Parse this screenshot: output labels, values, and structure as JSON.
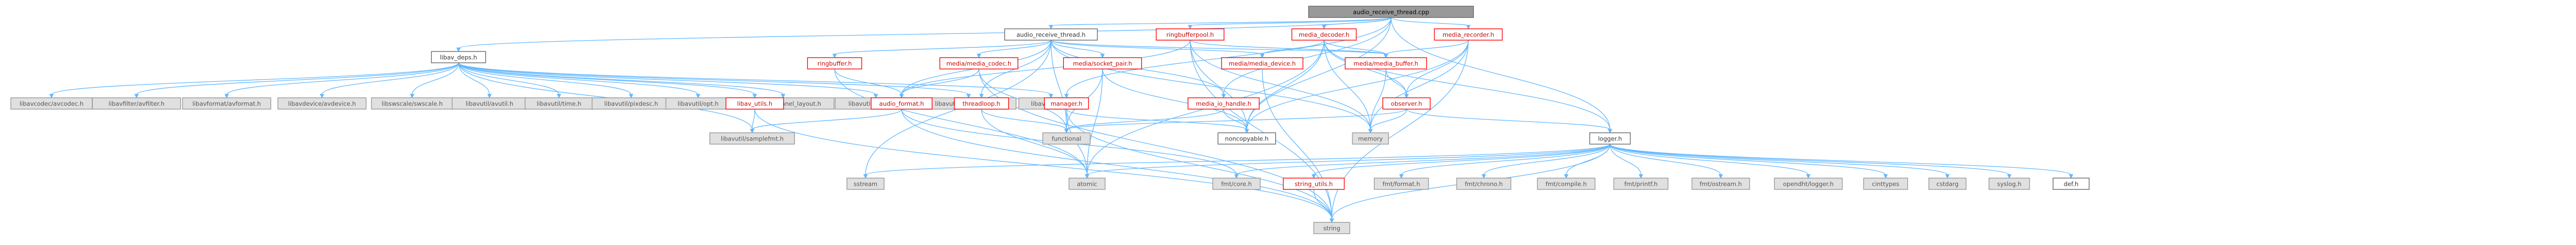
{
  "colors": {
    "root_fill": "#999999",
    "root_stroke": "#666666",
    "root_text": "#000000",
    "local_fill": "#ffffff",
    "local_stroke": "#ff0000",
    "local_text": "#cc0000",
    "plain_fill": "#ffffff",
    "plain_stroke": "#666666",
    "plain_text": "#333333",
    "system_fill": "#e0e0e0",
    "system_stroke": "#999999",
    "system_text": "#555555",
    "edge": "#63b8ff"
  },
  "nodes": [
    {
      "id": "root",
      "label": "audio_receive_thread.cpp",
      "kind": "root"
    },
    {
      "id": "libav_deps",
      "label": "libav_deps.h",
      "kind": "plain"
    },
    {
      "id": "audio_receive_thread_h",
      "label": "audio_receive_thread.h",
      "kind": "plain"
    },
    {
      "id": "ringbufferpool",
      "label": "ringbufferpool.h",
      "kind": "local"
    },
    {
      "id": "media_decoder",
      "label": "media_decoder.h",
      "kind": "local"
    },
    {
      "id": "media_recorder",
      "label": "media_recorder.h",
      "kind": "local"
    },
    {
      "id": "libavcodec",
      "label": "libavcodec/avcodec.h",
      "kind": "system"
    },
    {
      "id": "libavfilter",
      "label": "libavfilter/avfilter.h",
      "kind": "system"
    },
    {
      "id": "libavformat",
      "label": "libavformat/avformat.h",
      "kind": "system"
    },
    {
      "id": "libavdevice",
      "label": "libavdevice/avdevice.h",
      "kind": "system"
    },
    {
      "id": "libswscale",
      "label": "libswscale/swscale.h",
      "kind": "system"
    },
    {
      "id": "avutil",
      "label": "libavutil/avutil.h",
      "kind": "system"
    },
    {
      "id": "time",
      "label": "libavutil/time.h",
      "kind": "system"
    },
    {
      "id": "pixdesc",
      "label": "libavutil/pixdesc.h",
      "kind": "system"
    },
    {
      "id": "opt",
      "label": "libavutil/opt.h",
      "kind": "system"
    },
    {
      "id": "chlayout",
      "label": "libavutil/channel_layout.h",
      "kind": "system"
    },
    {
      "id": "imgutils",
      "label": "libavutil/imgutils.h",
      "kind": "system"
    },
    {
      "id": "intreadwrite",
      "label": "libavutil/intreadwrite.h",
      "kind": "system"
    },
    {
      "id": "log",
      "label": "libavutil/log.h",
      "kind": "system"
    },
    {
      "id": "libav_utils",
      "label": "libav_utils.h",
      "kind": "local"
    },
    {
      "id": "samplefmt",
      "label": "libavutil/samplefmt.h",
      "kind": "system"
    },
    {
      "id": "ringbuffer",
      "label": "ringbuffer.h",
      "kind": "local"
    },
    {
      "id": "media_codec",
      "label": "media/media_codec.h",
      "kind": "local"
    },
    {
      "id": "audio_format",
      "label": "audio_format.h",
      "kind": "local"
    },
    {
      "id": "threadloop",
      "label": "threadloop.h",
      "kind": "local"
    },
    {
      "id": "socket_pair",
      "label": "media/socket_pair.h",
      "kind": "local"
    },
    {
      "id": "manager",
      "label": "manager.h",
      "kind": "local"
    },
    {
      "id": "media_device",
      "label": "media/media_device.h",
      "kind": "local"
    },
    {
      "id": "io_handle",
      "label": "media_io_handle.h",
      "kind": "local"
    },
    {
      "id": "media_buffer",
      "label": "media/media_buffer.h",
      "kind": "local"
    },
    {
      "id": "observer",
      "label": "observer.h",
      "kind": "local"
    },
    {
      "id": "functional",
      "label": "functional",
      "kind": "system"
    },
    {
      "id": "noncopyable",
      "label": "noncopyable.h",
      "kind": "plain"
    },
    {
      "id": "memory",
      "label": "memory",
      "kind": "system"
    },
    {
      "id": "logger",
      "label": "logger.h",
      "kind": "plain"
    },
    {
      "id": "sstream",
      "label": "sstream",
      "kind": "system"
    },
    {
      "id": "atomic",
      "label": "atomic",
      "kind": "system"
    },
    {
      "id": "fmt_core",
      "label": "fmt/core.h",
      "kind": "system"
    },
    {
      "id": "string_utils",
      "label": "string_utils.h",
      "kind": "local"
    },
    {
      "id": "fmt_format",
      "label": "fmt/format.h",
      "kind": "system"
    },
    {
      "id": "fmt_chrono",
      "label": "fmt/chrono.h",
      "kind": "system"
    },
    {
      "id": "fmt_compile",
      "label": "fmt/compile.h",
      "kind": "system"
    },
    {
      "id": "fmt_printf",
      "label": "fmt/printf.h",
      "kind": "system"
    },
    {
      "id": "fmt_ostream",
      "label": "fmt/ostream.h",
      "kind": "system"
    },
    {
      "id": "opendht_logger",
      "label": "opendht/logger.h",
      "kind": "system"
    },
    {
      "id": "cinttypes",
      "label": "cinttypes",
      "kind": "system"
    },
    {
      "id": "cstdarg",
      "label": "cstdarg",
      "kind": "system"
    },
    {
      "id": "syslog",
      "label": "syslog.h",
      "kind": "system"
    },
    {
      "id": "def",
      "label": "def.h",
      "kind": "plain"
    },
    {
      "id": "string",
      "label": "string",
      "kind": "system"
    }
  ],
  "edges": [
    [
      "root",
      "libav_deps"
    ],
    [
      "root",
      "audio_receive_thread_h"
    ],
    [
      "root",
      "ringbufferpool"
    ],
    [
      "root",
      "media_decoder"
    ],
    [
      "root",
      "media_recorder"
    ],
    [
      "root",
      "manager"
    ],
    [
      "root",
      "logger"
    ],
    [
      "root",
      "io_handle"
    ],
    [
      "root",
      "noncopyable"
    ],
    [
      "libav_deps",
      "libavcodec"
    ],
    [
      "libav_deps",
      "libavfilter"
    ],
    [
      "libav_deps",
      "libavformat"
    ],
    [
      "libav_deps",
      "libavdevice"
    ],
    [
      "libav_deps",
      "libswscale"
    ],
    [
      "libav_deps",
      "avutil"
    ],
    [
      "libav_deps",
      "time"
    ],
    [
      "libav_deps",
      "pixdesc"
    ],
    [
      "libav_deps",
      "opt"
    ],
    [
      "libav_deps",
      "chlayout"
    ],
    [
      "libav_deps",
      "imgutils"
    ],
    [
      "libav_deps",
      "intreadwrite"
    ],
    [
      "libav_deps",
      "log"
    ],
    [
      "libav_deps",
      "libav_utils"
    ],
    [
      "libav_deps",
      "samplefmt"
    ],
    [
      "libav_utils",
      "samplefmt"
    ],
    [
      "libav_utils",
      "string"
    ],
    [
      "audio_receive_thread_h",
      "ringbuffer"
    ],
    [
      "audio_receive_thread_h",
      "media_codec"
    ],
    [
      "audio_receive_thread_h",
      "audio_format"
    ],
    [
      "audio_receive_thread_h",
      "threadloop"
    ],
    [
      "audio_receive_thread_h",
      "socket_pair"
    ],
    [
      "audio_receive_thread_h",
      "media_device"
    ],
    [
      "audio_receive_thread_h",
      "io_handle"
    ],
    [
      "audio_receive_thread_h",
      "media_buffer"
    ],
    [
      "audio_receive_thread_h",
      "functional"
    ],
    [
      "audio_receive_thread_h",
      "sstream"
    ],
    [
      "audio_receive_thread_h",
      "memory"
    ],
    [
      "ringbufferpool",
      "audio_format"
    ],
    [
      "ringbufferpool",
      "media_buffer"
    ],
    [
      "ringbufferpool",
      "noncopyable"
    ],
    [
      "ringbufferpool",
      "string"
    ],
    [
      "ringbufferpool",
      "memory"
    ],
    [
      "ringbuffer",
      "audio_format"
    ],
    [
      "ringbuffer",
      "atomic"
    ],
    [
      "media_codec",
      "audio_format"
    ],
    [
      "media_codec",
      "string"
    ],
    [
      "media_codec",
      "functional"
    ],
    [
      "audio_format",
      "samplefmt"
    ],
    [
      "audio_format",
      "fmt_core"
    ],
    [
      "audio_format",
      "string"
    ],
    [
      "threadloop",
      "atomic"
    ],
    [
      "threadloop",
      "functional"
    ],
    [
      "socket_pair",
      "functional"
    ],
    [
      "socket_pair",
      "noncopyable"
    ],
    [
      "socket_pair",
      "atomic"
    ],
    [
      "manager",
      "atomic"
    ],
    [
      "manager",
      "noncopyable"
    ],
    [
      "manager",
      "string"
    ],
    [
      "io_handle",
      "noncopyable"
    ],
    [
      "io_handle",
      "functional"
    ],
    [
      "media_device",
      "string"
    ],
    [
      "media_decoder",
      "media_buffer"
    ],
    [
      "media_decoder",
      "observer"
    ],
    [
      "media_decoder",
      "noncopyable"
    ],
    [
      "media_decoder",
      "memory"
    ],
    [
      "media_decoder",
      "logger"
    ],
    [
      "media_decoder",
      "atomic"
    ],
    [
      "media_decoder",
      "media_device"
    ],
    [
      "media_recorder",
      "media_buffer"
    ],
    [
      "media_recorder",
      "observer"
    ],
    [
      "media_recorder",
      "noncopyable"
    ],
    [
      "media_recorder",
      "memory"
    ],
    [
      "media_recorder",
      "string"
    ],
    [
      "media_buffer",
      "observer"
    ],
    [
      "media_buffer",
      "memory"
    ],
    [
      "observer",
      "memory"
    ],
    [
      "observer",
      "functional"
    ],
    [
      "observer",
      "logger"
    ],
    [
      "logger",
      "fmt_core"
    ],
    [
      "logger",
      "string_utils"
    ],
    [
      "logger",
      "fmt_format"
    ],
    [
      "logger",
      "fmt_chrono"
    ],
    [
      "logger",
      "fmt_compile"
    ],
    [
      "logger",
      "fmt_printf"
    ],
    [
      "logger",
      "fmt_ostream"
    ],
    [
      "logger",
      "opendht_logger"
    ],
    [
      "logger",
      "cinttypes"
    ],
    [
      "logger",
      "cstdarg"
    ],
    [
      "logger",
      "syslog"
    ],
    [
      "logger",
      "def"
    ],
    [
      "logger",
      "string"
    ],
    [
      "logger",
      "sstream"
    ],
    [
      "logger",
      "atomic"
    ],
    [
      "string_utils",
      "string"
    ]
  ]
}
